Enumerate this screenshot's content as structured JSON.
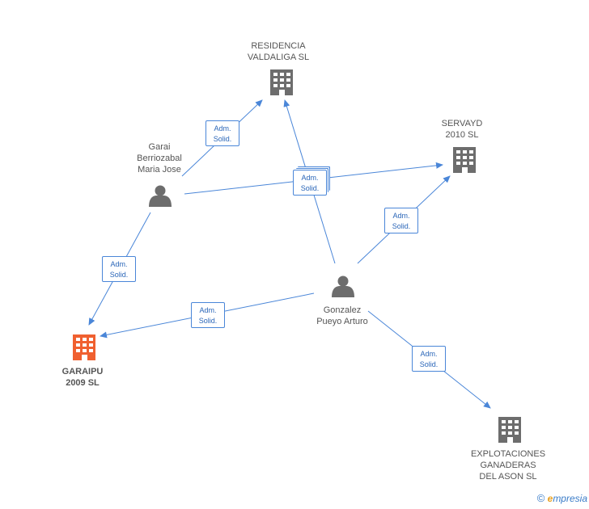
{
  "colors": {
    "edge": "#4a86d8",
    "company": "#777777",
    "focus_company": "#f06030",
    "person": "#777777"
  },
  "nodes": [
    {
      "id": "residencia",
      "kind": "company",
      "lines": [
        "RESIDENCIA",
        "VALDALIGA SL"
      ]
    },
    {
      "id": "servayd",
      "kind": "company",
      "lines": [
        "SERVAYD",
        "2010 SL"
      ]
    },
    {
      "id": "garai",
      "kind": "person",
      "lines": [
        "Garai",
        "Berriozabal",
        "Maria Jose"
      ]
    },
    {
      "id": "gonzalez",
      "kind": "person",
      "lines": [
        "Gonzalez",
        "Pueyo Arturo"
      ]
    },
    {
      "id": "garaipu",
      "kind": "focus-company",
      "lines": [
        "GARAIPU",
        "2009 SL"
      ]
    },
    {
      "id": "explotaciones",
      "kind": "company",
      "lines": [
        "EXPLOTACIONES",
        "GANADERAS",
        "DEL ASON SL"
      ]
    }
  ],
  "relations": [
    {
      "id": "rel-garai-residencia",
      "lines": [
        "Adm.",
        "Solid."
      ]
    },
    {
      "id": "rel-center-stack",
      "lines": [
        "Adm.",
        "Solid."
      ]
    },
    {
      "id": "rel-gonzalez-servayd",
      "lines": [
        "Adm.",
        "Solid."
      ]
    },
    {
      "id": "rel-garai-garaipu",
      "lines": [
        "Adm.",
        "Solid."
      ]
    },
    {
      "id": "rel-gonzalez-garaipu",
      "lines": [
        "Adm.",
        "Solid."
      ]
    },
    {
      "id": "rel-gonzalez-explotaciones",
      "lines": [
        "Adm.",
        "Solid."
      ]
    }
  ],
  "footer": {
    "copyright": "©",
    "brand_first": "e",
    "brand_rest": "mpresia"
  }
}
